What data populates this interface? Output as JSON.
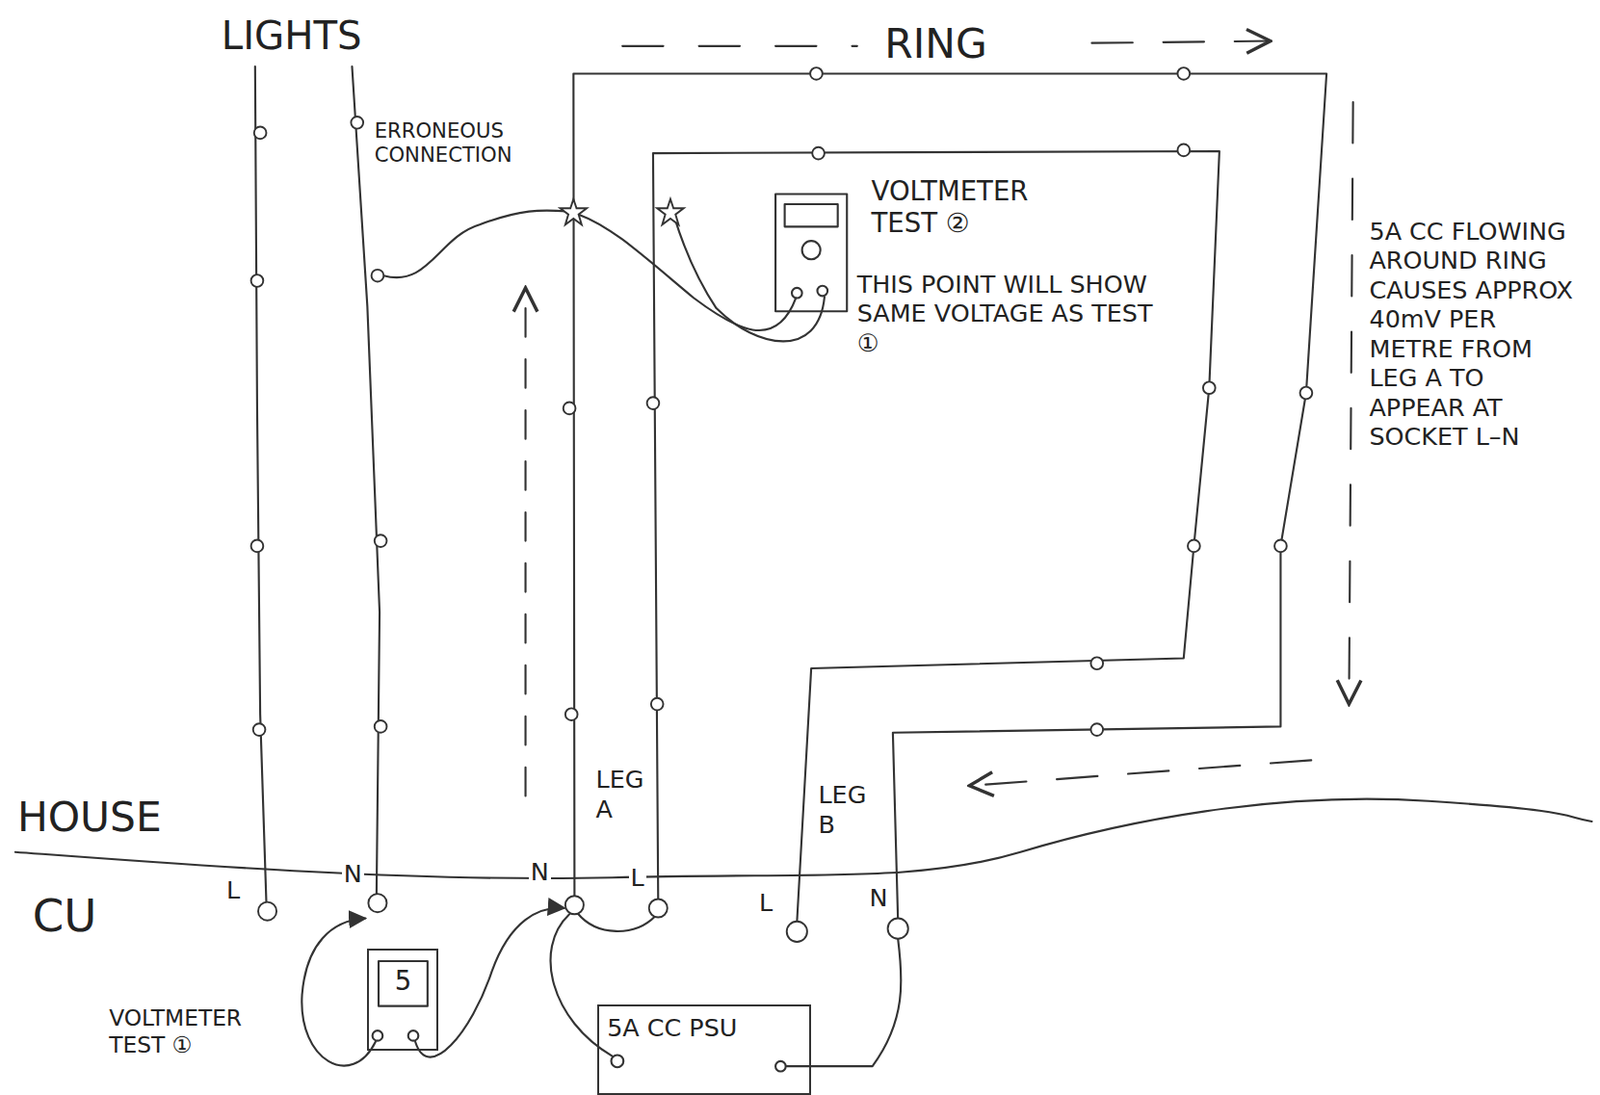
{
  "diagram": {
    "nodes": [
      {
        "text": [
          "5"
        ]
      },
      {
        "text": [
          "5A CC PSU"
        ]
      }
    ],
    "labels": [
      "LIGHTS",
      "RING",
      "ERRONEOUS CONNECTION",
      "VOLTMETER TEST ②",
      "THIS POINT WILL SHOW SAME VOLTAGE AS TEST ①",
      "5A CC FLOWING AROUND RING CAUSES APPROX 40mV PER METRE FROM LEG A TO APPEAR AT SOCKET L–N",
      "HOUSE",
      "CU",
      "L",
      "N",
      "N",
      "LEG A",
      "L",
      "LEG B",
      "L",
      "N",
      "VOLTMETER TEST ①"
    ]
  }
}
